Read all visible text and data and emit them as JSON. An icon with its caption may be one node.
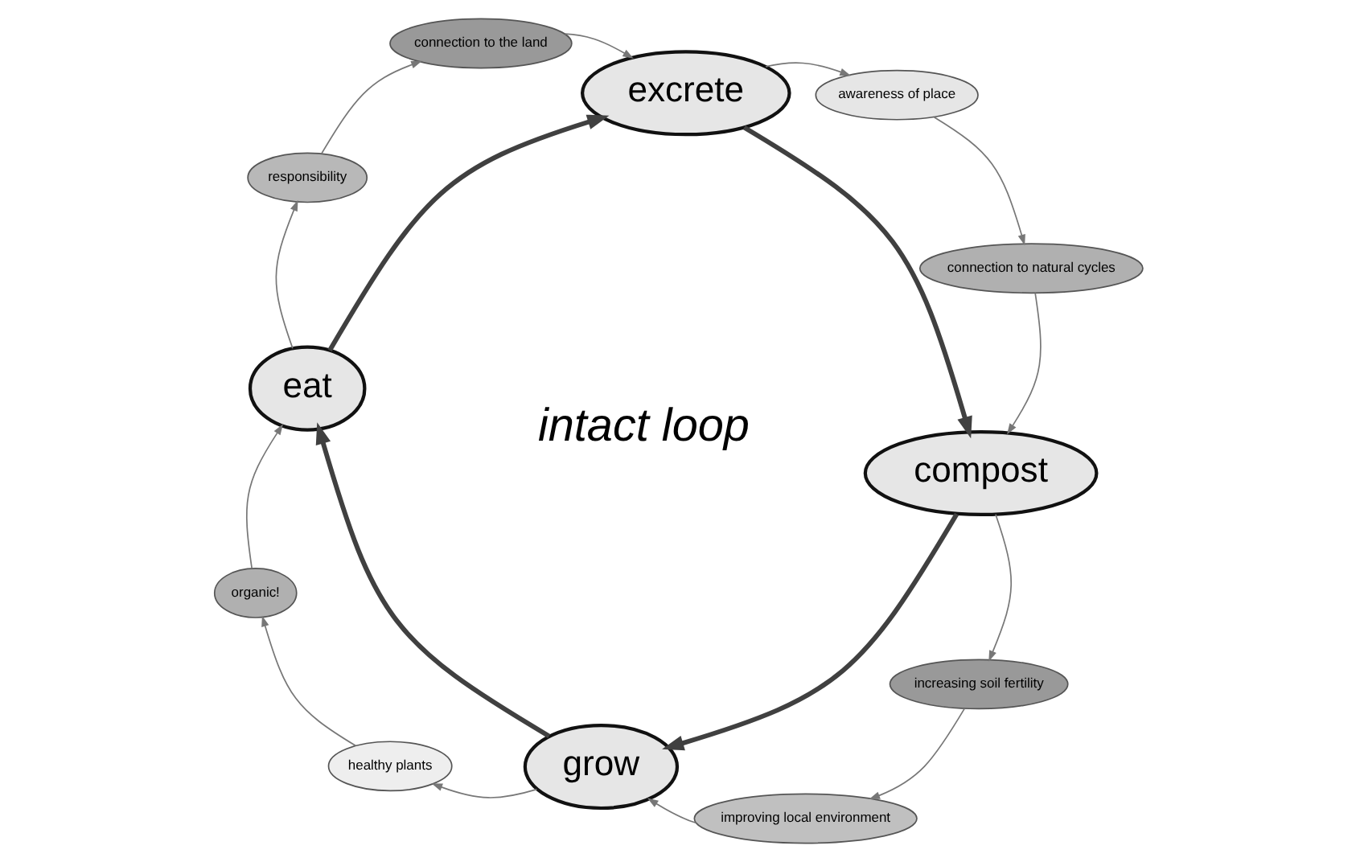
{
  "diagram": {
    "nodes": [
      {
        "text": [
          "eat"
        ]
      },
      {
        "text": [
          "responsibility"
        ]
      },
      {
        "text": [
          "connection to the land"
        ]
      },
      {
        "text": [
          "excrete"
        ]
      },
      {
        "text": [
          "awareness of place"
        ]
      },
      {
        "text": [
          "connection to natural cycles"
        ]
      },
      {
        "text": [
          "compost"
        ]
      },
      {
        "text": [
          "increasing soil fertility"
        ]
      },
      {
        "text": [
          "improving local environment"
        ]
      },
      {
        "text": [
          "grow"
        ]
      },
      {
        "text": [
          "healthy plants"
        ]
      },
      {
        "text": [
          "organic!"
        ]
      }
    ],
    "edges": [
      {
        "from": 0,
        "to": 3,
        "arrow": "to",
        "style": "thick",
        "color": "#404040"
      },
      {
        "from": 3,
        "to": 6,
        "arrow": "to",
        "style": "thick",
        "color": "#404040"
      },
      {
        "from": 6,
        "to": 9,
        "arrow": "to",
        "style": "thick",
        "color": "#404040"
      },
      {
        "from": 9,
        "to": 0,
        "arrow": "to",
        "style": "thick",
        "color": "#404040"
      },
      {
        "from": 0,
        "to": 1,
        "arrow": "to"
      },
      {
        "from": 1,
        "to": 2,
        "arrow": "to"
      },
      {
        "from": 2,
        "to": 3,
        "arrow": "to"
      },
      {
        "from": 3,
        "to": 4,
        "arrow": "to"
      },
      {
        "from": 4,
        "to": 5,
        "arrow": "to"
      },
      {
        "from": 5,
        "to": 6,
        "arrow": "to"
      },
      {
        "from": 6,
        "to": 7,
        "arrow": "to"
      },
      {
        "from": 7,
        "to": 8,
        "arrow": "to"
      },
      {
        "from": 8,
        "to": 9,
        "arrow": "to"
      },
      {
        "from": 9,
        "to": 10,
        "arrow": "to"
      },
      {
        "from": 10,
        "to": 11,
        "arrow": "to"
      },
      {
        "from": 11,
        "to": 0,
        "arrow": "to"
      }
    ],
    "labels": [
      "intact loop"
    ]
  }
}
